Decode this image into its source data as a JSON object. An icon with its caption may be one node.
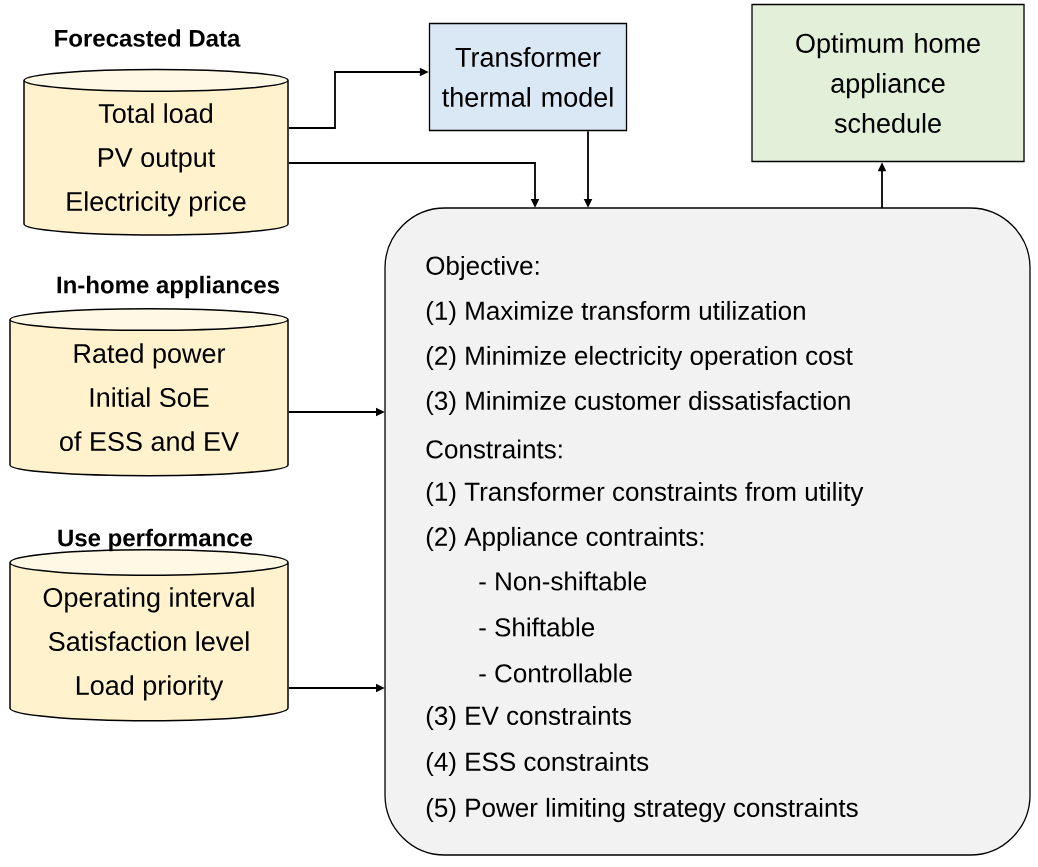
{
  "diagram": {
    "nodes": [
      {
        "text": [
          "Forecasted Data",
          "Total load",
          "PV output",
          "Electricity price"
        ]
      },
      {
        "text": [
          "In-home appliances",
          "Rated power",
          "Initial SoE",
          "of ESS and EV"
        ]
      },
      {
        "text": [
          "Use performance",
          "Operating interval",
          "Satisfaction level",
          "Load priority"
        ]
      },
      {
        "text": [
          "Transformer thermal model"
        ]
      },
      {
        "text": [
          "Optimum home appliance schedule"
        ]
      },
      {
        "text": [
          "Objective:",
          "(1) Maximize transform utilization",
          "(2) Minimize electricity operation cost",
          "(3) Minimize customer dissatisfaction",
          "Constraints:",
          "(1) Transformer constraints from utility",
          "(2) Appliance contraints:",
          "- Non-shiftable",
          "- Shiftable",
          "- Controllable",
          "(3) EV constraints",
          "(4) ESS constraints",
          "(5) Power limiting strategy constraints"
        ]
      }
    ],
    "edges": [
      {
        "from": 0,
        "to": 3,
        "arrow": "to"
      },
      {
        "from": 0,
        "to": 5,
        "arrow": "to"
      },
      {
        "from": 3,
        "to": 5,
        "arrow": "to"
      },
      {
        "from": 5,
        "to": 4,
        "arrow": "to"
      },
      {
        "from": 1,
        "to": 5,
        "arrow": "to"
      },
      {
        "from": 2,
        "to": 5,
        "arrow": "to"
      }
    ]
  }
}
